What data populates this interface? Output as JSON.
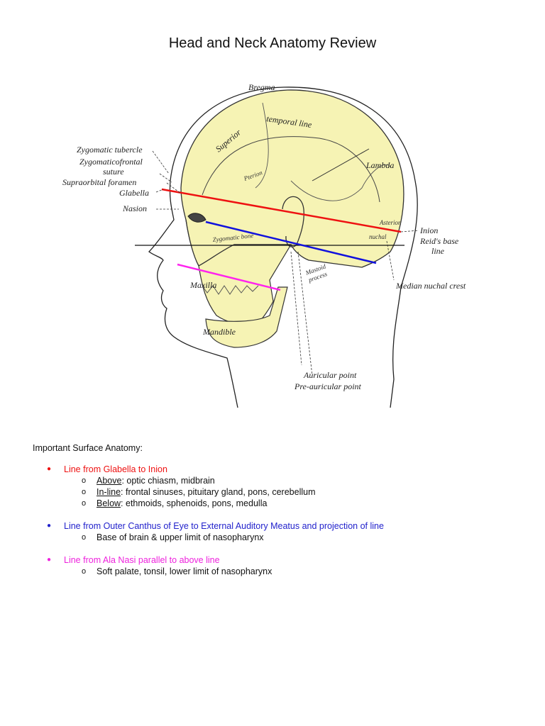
{
  "title": "Head and Neck Anatomy Review",
  "figure": {
    "labels": {
      "bregma": "Bregma",
      "superior": "Superior",
      "temporal_line": "temporal line",
      "lambda": "Lambda",
      "asterion": "Asterion",
      "pterion": "Pterion",
      "inion": "Inion",
      "reids_base": "Reid's base",
      "line": "line",
      "zygomatic_tubercle": "Zygomatic tubercle",
      "zygomaticofrontal": "Zygomaticofrontal",
      "suture": "suture",
      "supraorbital_foramen": "Supraorbital foramen",
      "glabella": "Glabella",
      "nasion": "Nasion",
      "zygomatic_bone": "Zygomatic bone",
      "nuchal": "nuchal",
      "maxilla": "Maxilla",
      "mastoid": "Mastoid",
      "process": "process",
      "median_nuchal_crest": "Median nuchal crest",
      "mandible": "Mandible",
      "auricular_point": "Auricular point",
      "pre_auricular_point": "Pre-auricular point"
    },
    "colors": {
      "skull": "#f6f3b4",
      "red_line": "#ee1111",
      "blue_line": "#1111dd",
      "magenta_line": "#ff22ee"
    }
  },
  "notes": {
    "heading": "Important Surface Anatomy:",
    "groups": [
      {
        "color": "#ee1111",
        "title": "Line from Glabella to Inion",
        "subs": [
          {
            "key": "Above",
            "text": ": optic chiasm, midbrain"
          },
          {
            "key": "In-line",
            "text": ": frontal sinuses, pituitary gland, pons, cerebellum"
          },
          {
            "key": "Below",
            "text": ": ethmoids, sphenoids, pons, medulla"
          }
        ]
      },
      {
        "color": "#2222cc",
        "title": "Line from Outer Canthus of Eye to External Auditory Meatus and projection of line",
        "subs": [
          {
            "key": "",
            "text": "Base of brain & upper limit of nasopharynx"
          }
        ]
      },
      {
        "color": "#ee22dd",
        "title": "Line from Ala Nasi parallel to above line",
        "subs": [
          {
            "key": "",
            "text": "Soft palate, tonsil, lower limit of nasopharynx"
          }
        ]
      }
    ]
  }
}
